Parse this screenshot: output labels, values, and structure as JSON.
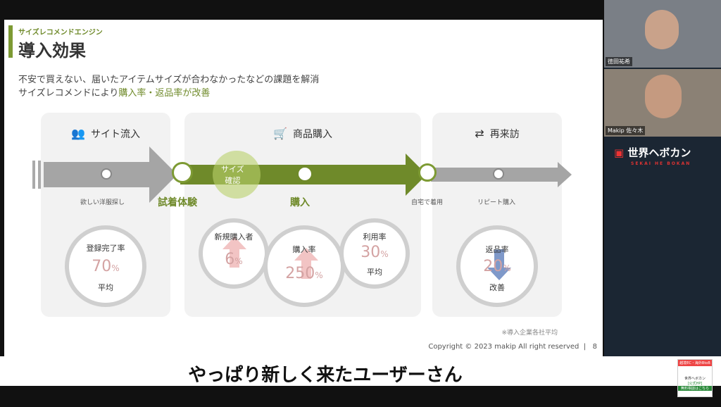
{
  "slide": {
    "tag": "サイズレコメンドエンジン",
    "title": "導入効果",
    "desc_line1": "不安で買えない、届いたアイテムサイズが合わなかったなどの課題を解消",
    "desc_line2_prefix": "サイズレコメンドにより",
    "desc_line2_highlight": "購入率・返品率が改善",
    "cards": [
      {
        "head": "サイト流入",
        "icon": "group-icon"
      },
      {
        "head": "商品購入",
        "icon": "cart-icon"
      },
      {
        "head": "再来訪",
        "icon": "refresh-icon"
      }
    ],
    "labels": {
      "want": "欲しい洋服探し",
      "fitting": "試着体験",
      "size_check": "サイズ\n確認",
      "purchase": "購入",
      "home_try": "自宅で着用",
      "repeat": "リピート購入"
    },
    "metrics": [
      {
        "label": "登録完了率",
        "value": "70",
        "unit": "%",
        "note": "平均"
      },
      {
        "label": "新規購入者",
        "value": "6",
        "unit": "%",
        "note": ""
      },
      {
        "label": "購入率",
        "value": "250",
        "unit": "%",
        "note": ""
      },
      {
        "label": "利用率",
        "value": "30",
        "unit": "%",
        "note": "平均"
      },
      {
        "label": "返品率",
        "value": "20",
        "unit": "%",
        "note": "改善"
      }
    ],
    "note": "※導入企業各社平均",
    "copyright": "Copyright © 2023 makip All right reserved",
    "page": "8"
  },
  "participants": [
    {
      "name": "徳田祐希"
    },
    {
      "name": "Makip 佐々木"
    }
  ],
  "channel": {
    "name": "世界ヘボカン",
    "sub": "SEKAI HE BOKAN"
  },
  "subtitle": "やっぱり新しく来たユーザーさん",
  "thumb": {
    "line1": "越境EC・海外BtoB",
    "line2": "世界ヘボカン",
    "line3": "[公式HP]",
    "line4": "無料相談はこちら"
  },
  "colors": {
    "accent": "#7d9a33",
    "metric": "#d4a3a3"
  }
}
